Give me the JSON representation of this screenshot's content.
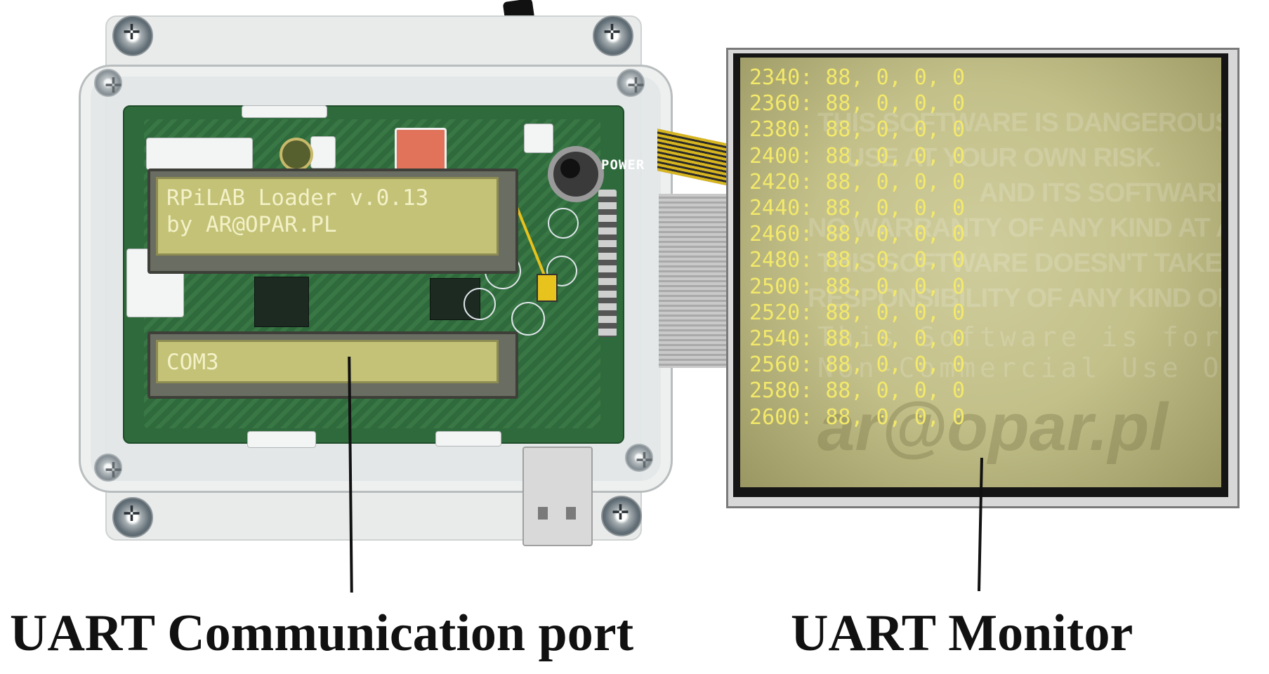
{
  "device": {
    "lcd_top_line1": "RPiLAB Loader v.0.13",
    "lcd_top_line2": "by AR@OPAR.PL",
    "lcd_bottom": "COM3",
    "power_label": "POWER"
  },
  "monitor": {
    "lines": [
      "2340: 88, 0, 0, 0",
      "2360: 88, 0, 0, 0",
      "2380: 88, 0, 0, 0",
      "2400: 88, 0, 0, 0",
      "2420: 88, 0, 0, 0",
      "2440: 88, 0, 0, 0",
      "2460: 88, 0, 0, 0",
      "2480: 88, 0, 0, 0",
      "2500: 88, 0, 0, 0",
      "2520: 88, 0, 0, 0",
      "2540: 88, 0, 0, 0",
      "2560: 88, 0, 0, 0",
      "2580: 88, 0, 0, 0",
      "2600: 88, 0, 0, 0"
    ],
    "watermark_lines": [
      "THIS SOFTWARE IS DANGEROUS.",
      "USE AT YOUR OWN RISK.",
      "AND ITS SOFTWARE",
      "NO WARRANTY OF ANY KIND AT ALL.",
      "THIS SOFTWARE DOESN'T TAKE ANY",
      "RESPONSIBILITY OF ANY KIND OF LOSSES.",
      "This Software is for",
      "Non-Commercial Use Only"
    ],
    "watermark_brand": "ar@opar.pl"
  },
  "captions": {
    "left": "UART Communication port",
    "right": "UART Monitor"
  }
}
